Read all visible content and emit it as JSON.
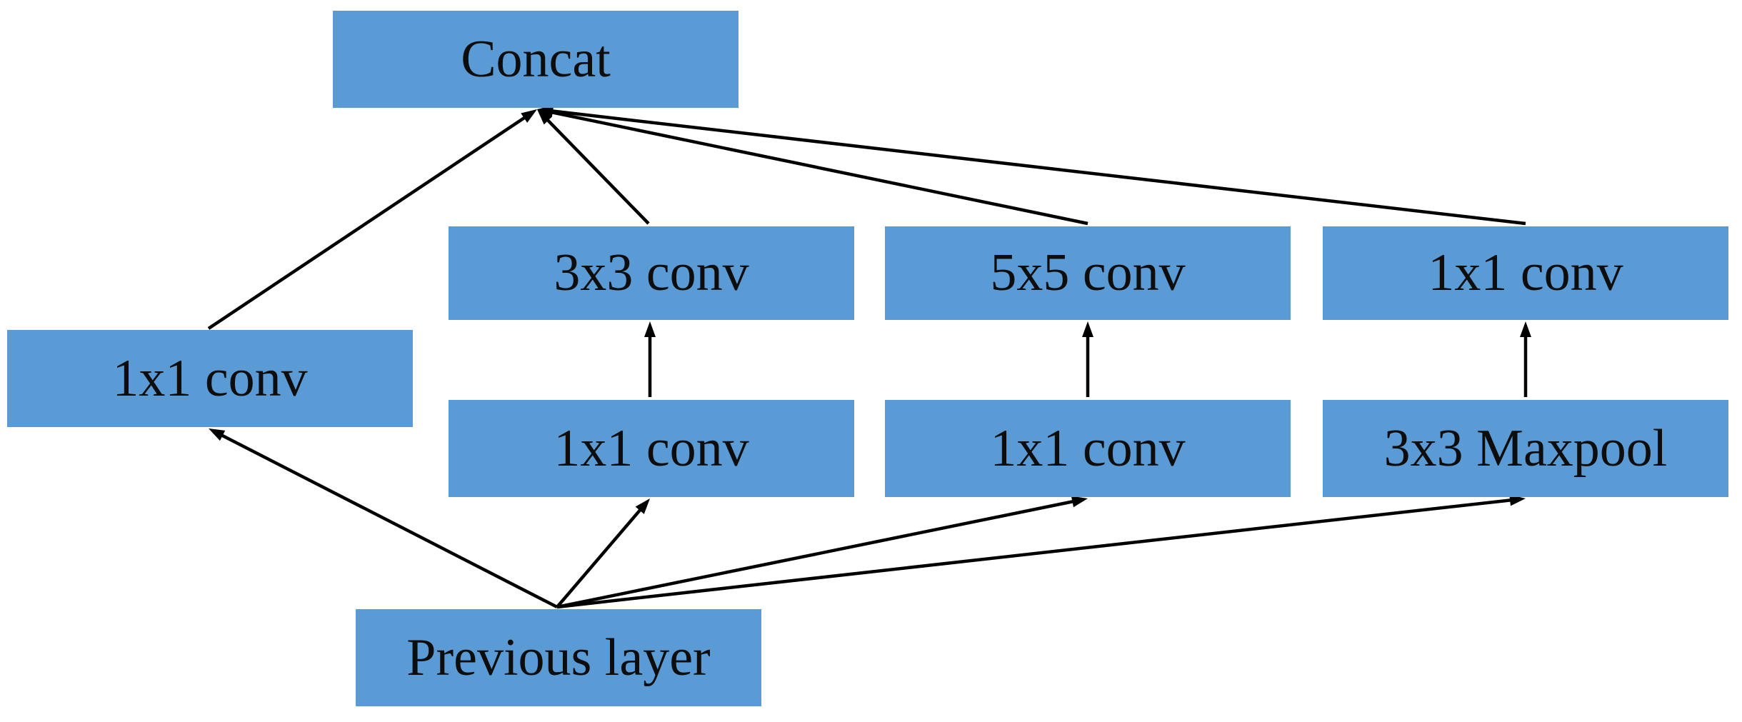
{
  "diagram": {
    "title": "",
    "colors": {
      "box_fill": "#5b9bd5",
      "text": "#0d0d0d",
      "arrow": "#000000",
      "background": "#ffffff"
    },
    "nodes": [
      {
        "id": "concat",
        "label": "Concat"
      },
      {
        "id": "conv1x1_a",
        "label": "1x1 conv"
      },
      {
        "id": "conv3x3",
        "label": "3x3 conv"
      },
      {
        "id": "conv5x5",
        "label": "5x5 conv"
      },
      {
        "id": "conv1x1_d",
        "label": "1x1 conv"
      },
      {
        "id": "conv1x1_b",
        "label": "1x1 conv"
      },
      {
        "id": "conv1x1_c",
        "label": "1x1 conv"
      },
      {
        "id": "maxpool3x3",
        "label": "3x3 Maxpool"
      },
      {
        "id": "previous_layer",
        "label": "Previous layer"
      }
    ],
    "edges": [
      {
        "from": "previous_layer",
        "to": "conv1x1_a"
      },
      {
        "from": "previous_layer",
        "to": "conv1x1_b"
      },
      {
        "from": "previous_layer",
        "to": "conv1x1_c"
      },
      {
        "from": "previous_layer",
        "to": "maxpool3x3"
      },
      {
        "from": "conv1x1_b",
        "to": "conv3x3"
      },
      {
        "from": "conv1x1_c",
        "to": "conv5x5"
      },
      {
        "from": "maxpool3x3",
        "to": "conv1x1_d"
      },
      {
        "from": "conv1x1_a",
        "to": "concat"
      },
      {
        "from": "conv3x3",
        "to": "concat"
      },
      {
        "from": "conv5x5",
        "to": "concat"
      },
      {
        "from": "conv1x1_d",
        "to": "concat"
      }
    ]
  }
}
